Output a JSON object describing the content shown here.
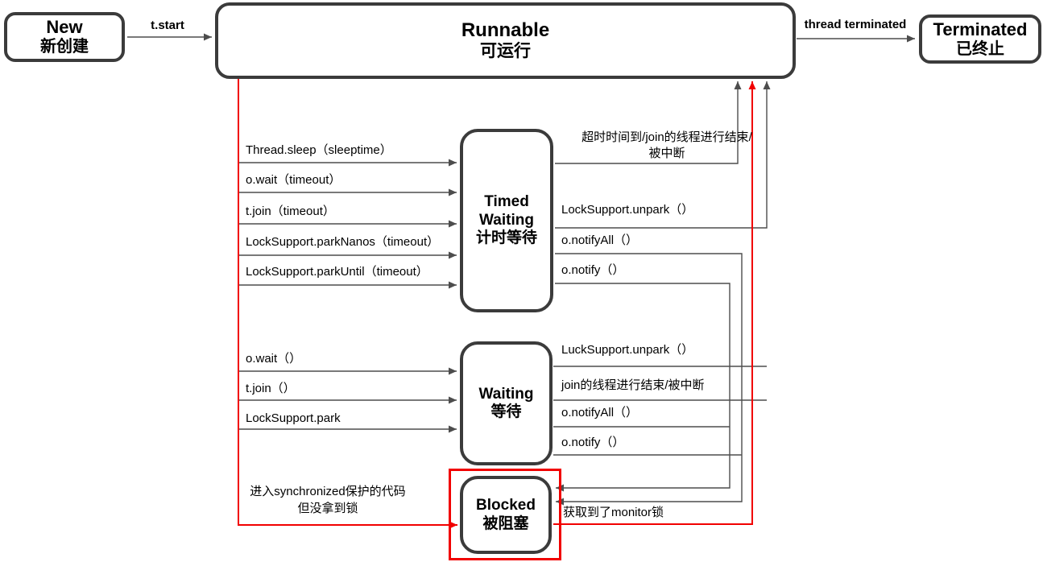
{
  "diagram_title_semantic": "Java thread state transition diagram",
  "colors": {
    "box_border": "#3b3b3b",
    "connector": "#4d4d4d",
    "accent_red": "#f10000",
    "text": "#000000",
    "background": "#ffffff"
  },
  "states": {
    "new": {
      "title": "New",
      "subtitle": "新创建"
    },
    "runnable": {
      "title": "Runnable",
      "subtitle": "可运行"
    },
    "terminated": {
      "title": "Terminated",
      "subtitle": "已终止"
    },
    "timed_waiting": {
      "title": "Timed",
      "title2": "Waiting",
      "subtitle": "计时等待"
    },
    "waiting": {
      "title": "Waiting",
      "subtitle": "等待"
    },
    "blocked": {
      "title": "Blocked",
      "subtitle": "被阻塞"
    }
  },
  "transitions": {
    "t_start": "t.start",
    "thread_terminated": "thread terminated",
    "to_timed_waiting": [
      "Thread.sleep（sleeptime）",
      "o.wait（timeout）",
      "t.join（timeout）",
      "LockSupport.parkNanos（timeout）",
      "LockSupport.parkUntil（timeout）"
    ],
    "to_waiting": [
      "o.wait（）",
      "t.join（）",
      "LockSupport.park"
    ],
    "tw_to_runnable": {
      "timeout_line1": "超时时间到/join的线程进行结束/",
      "timeout_line2": "被中断",
      "unpark": "LockSupport.unpark（）"
    },
    "tw_to_blocked": {
      "notify_all": "o.notifyAll（）",
      "notify": "o.notify（）"
    },
    "w_to_runnable": {
      "unpark": "LuckSupport.unpark（）",
      "join_end": "join的线程进行结束/被中断"
    },
    "w_to_blocked": {
      "notify_all": "o.notifyAll（）",
      "notify": "o.notify（）"
    },
    "runnable_to_blocked": {
      "line1": "进入synchronized保护的代码",
      "line2": "但没拿到锁"
    },
    "blocked_to_runnable": "获取到了monitor锁"
  }
}
